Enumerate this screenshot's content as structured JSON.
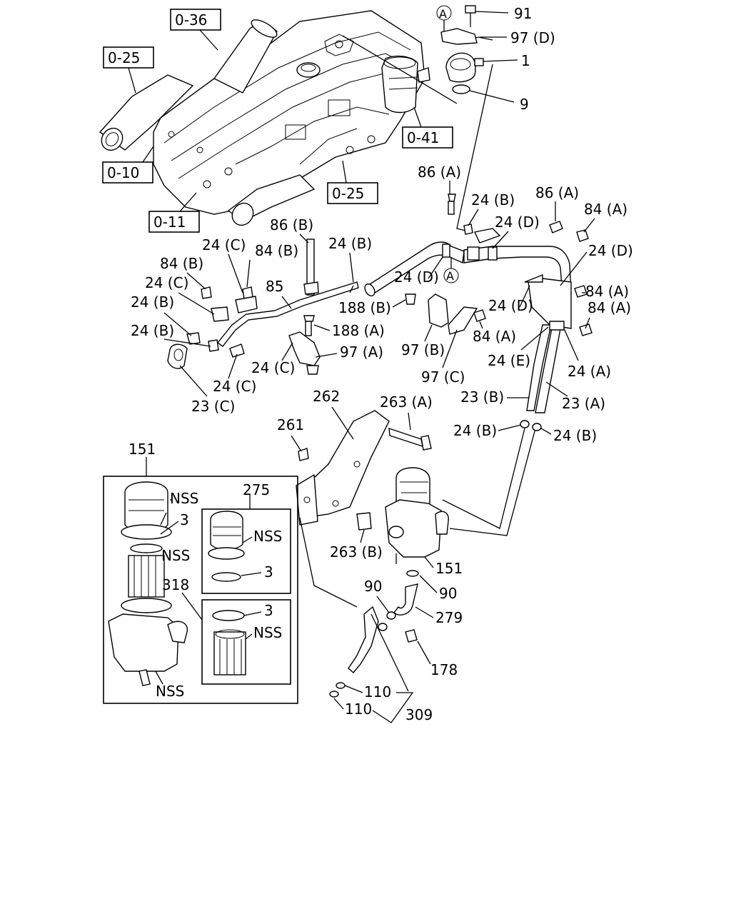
{
  "refs": {
    "r036": "0-36",
    "r025a": "0-25",
    "r010": "0-10",
    "r011": "0-11",
    "r025b": "0-25",
    "r041": "0-41"
  },
  "callouts": {
    "c91": "91",
    "c97d": "97 (D)",
    "c1": "1",
    "c9": "9",
    "circleA": "A",
    "c86a_1": "86 (A)",
    "c24b_1": "24 (B)",
    "c86a_2": "86 (A)",
    "c84a_1": "84 (A)",
    "c24d_1": "24 (D)",
    "c24d_2": "24 (D)",
    "c84a_2": "84 (A)",
    "c84a_3": "84 (A)",
    "c24d_3": "24 (D)",
    "c24d_4": "24 (D)",
    "circleA2": "A",
    "c86b": "86 (B)",
    "c24c_1": "24 (C)",
    "c84b_1": "84 (B)",
    "c24b_2": "24 (B)",
    "c84b_2": "84 (B)",
    "c24c_2": "24 (C)",
    "c85": "85",
    "c188b": "188 (B)",
    "c24b_3": "24 (B)",
    "c188a": "188 (A)",
    "c24b_4": "24 (B)",
    "c97a": "97 (A)",
    "c97b": "97 (B)",
    "c84a_4": "84 (A)",
    "c24e": "24 (E)",
    "c24a": "24 (A)",
    "c24c_3": "24 (C)",
    "c24c_4": "24 (C)",
    "c23c": "23 (C)",
    "c97c": "97 (C)",
    "c23b": "23 (B)",
    "c23a": "23 (A)",
    "c262": "262",
    "c263a": "263 (A)",
    "c261": "261",
    "c24b_5": "24 (B)",
    "c24b_6": "24 (B)",
    "c151_top": "151",
    "c275": "275",
    "c263b": "263 (B)",
    "c151": "151",
    "nss1": "NSS",
    "c3_1": "3",
    "nss2": "NSS",
    "nss3": "NSS",
    "c3_2": "3",
    "c318": "318",
    "c3_3": "3",
    "nss4": "NSS",
    "nss5": "NSS",
    "c90_1": "90",
    "c90_2": "90",
    "c279": "279",
    "c178": "178",
    "c110_1": "110",
    "c110_2": "110",
    "c309": "309"
  }
}
